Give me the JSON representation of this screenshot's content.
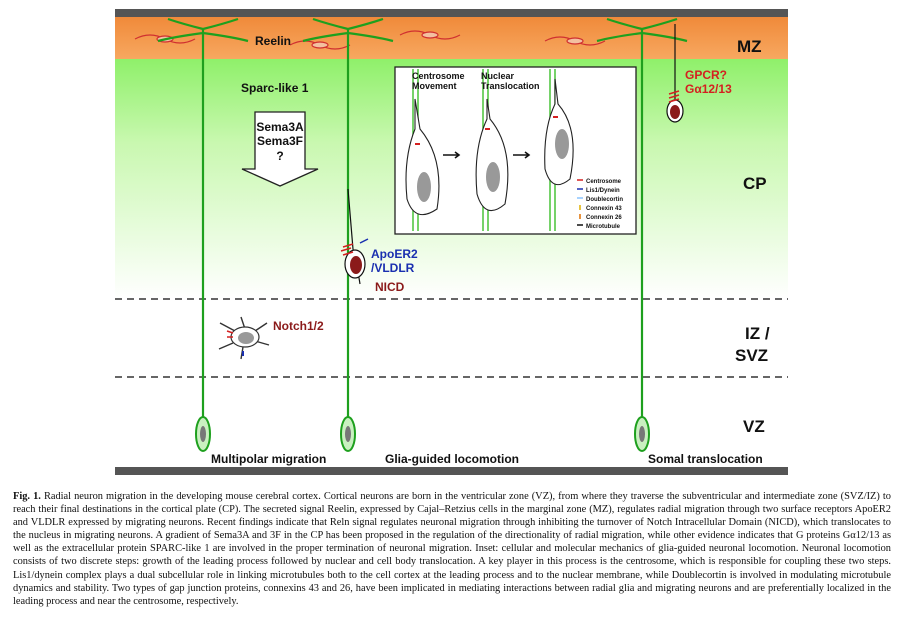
{
  "figure": {
    "zones": {
      "mz": "MZ",
      "cp": "CP",
      "iz": "IZ /",
      "svz": "SVZ",
      "vz": "VZ"
    },
    "signals": {
      "reelin": "Reelin",
      "sparc": "Sparc-like 1",
      "sema3a": "Sema3A",
      "sema3f": "Sema3F",
      "question": "?",
      "gpcr": "GPCR?",
      "galpha": "Gα12/13",
      "apoer2": "ApoER2",
      "vldlr": "/VLDLR",
      "nicd": "NICD",
      "notch": "Notch1/2"
    },
    "migration_modes": {
      "multipolar": "Multipolar migration",
      "glia": "Glia-guided locomotion",
      "somal": "Somal translocation"
    },
    "inset": {
      "centrosome_title_1": "Centrosome",
      "centrosome_title_2": "Movement",
      "nuclear_title_1": "Nuclear",
      "nuclear_title_2": "Translocation",
      "legend": [
        "Centrosome",
        "Lis1/Dynein",
        "Doublecortin",
        "Connexin 43",
        "Connexin 26",
        "Microtubule"
      ]
    },
    "colors": {
      "mz": "#f59a4a",
      "cp_top": "#9bf27a",
      "glia": "#3dbe2a",
      "soma": "#8b1a1a",
      "red_label": "#d42020",
      "blue_label": "#1a2fb0"
    }
  },
  "caption": {
    "label": "Fig. 1.",
    "text": "Radial neuron migration in the developing mouse cerebral cortex. Cortical neurons are born in the ventricular zone (VZ), from where they traverse the subventricular and intermediate zone (SVZ/IZ) to reach their final destinations in the cortical plate (CP). The secreted signal Reelin, expressed by Cajal–Retzius cells in the marginal zone (MZ), regulates radial migration through two surface receptors ApoER2 and VLDLR expressed by migrating neurons. Recent findings indicate that Reln signal regulates neuronal migration through inhibiting the turnover of Notch Intracellular Domain (NICD), which translocates to the nucleus in migrating neurons. A gradient of Sema3A and 3F in the CP has been proposed in the regulation of the directionality of radial migration, while other evidence indicates that G proteins Gα12/13 as well as the extracellular protein SPARC-like 1 are involved in the proper termination of neuronal migration. Inset: cellular and molecular mechanics of glia-guided neuronal locomotion. Neuronal locomotion consists of two discrete steps: growth of the leading process followed by nuclear and cell body translocation. A key player in this process is the centrosome, which is responsible for coupling these two steps. Lis1/dynein complex plays a dual subcellular role in linking microtubules both to the cell cortex at the leading process and to the nuclear membrane, while Doublecortin is involved in modulating microtubule dynamics and stability. Two types of gap junction proteins, connexins 43 and 26, have been implicated in mediating interactions between radial glia and migrating neurons and are preferentially localized in the leading process and near the centrosome, respectively."
  }
}
